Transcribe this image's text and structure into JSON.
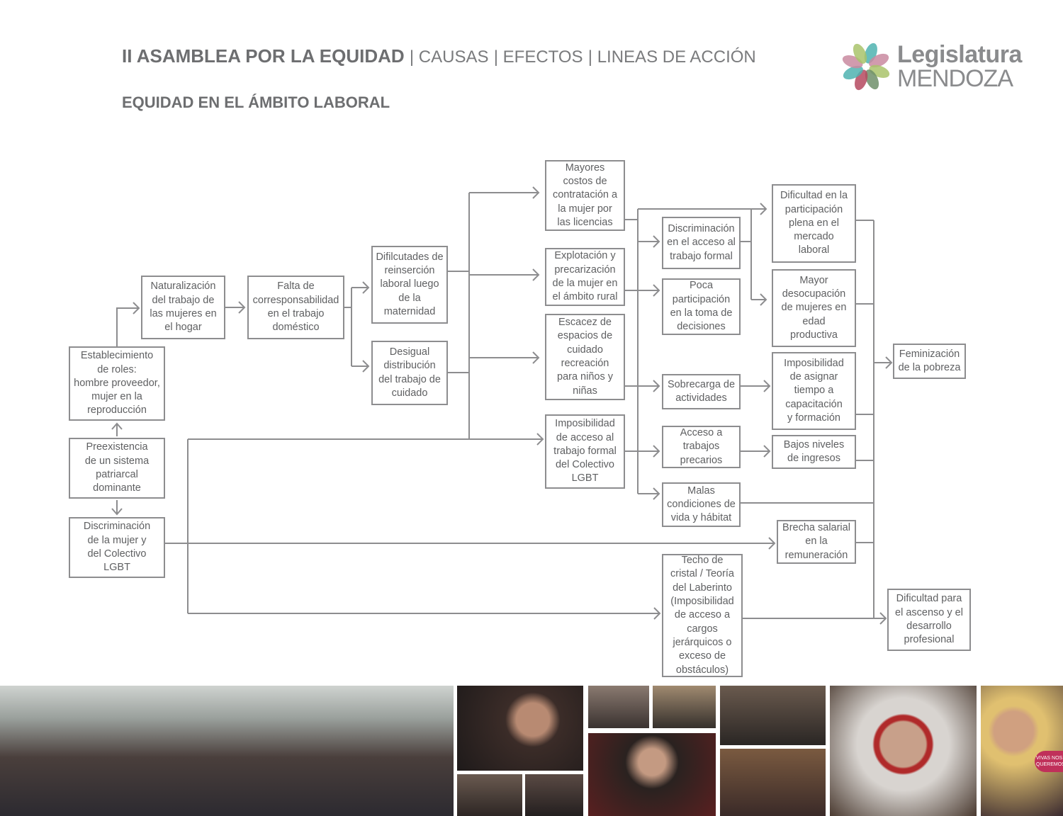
{
  "header": {
    "title": "II ASAMBLEA POR LA EQUIDAD",
    "nav": [
      "| CAUSAS",
      "| EFECTOS",
      "| LINEAS DE ACCIÓN"
    ],
    "subtitle": "EQUIDAD EN EL ÁMBITO LABORAL"
  },
  "logo": {
    "line1": "Legislatura",
    "line2": "MENDOZA",
    "colors": [
      "#4fb3b0",
      "#c98aa0",
      "#a9c36b",
      "#6e8f6a",
      "#b5495f"
    ]
  },
  "colors": {
    "text": "#6d6e70",
    "line": "#8d8d8f"
  },
  "boxes": {
    "naturalizacion": "Naturalización\ndel trabajo de\nlas mujeres en\nel hogar",
    "falta": "Falta de\ncorresponsabilidad\nen el trabajo\ndoméstico",
    "establecimiento": "Establecimiento\nde roles:\nhombre proveedor,\nmujer en la\nreproducción",
    "preexistencia": "Preexistencia\nde un sistema\npatriarcal\ndominante",
    "discriminacion_mujer": "Discriminación\nde la mujer y\ndel Colectivo\nLGBT",
    "dificultades": "Difilcutades de\nreinserción\nlaboral luego\nde la\nmaternidad",
    "desigual": "Desigual\ndistribución\ndel trabajo de\ncuidado",
    "mayores_costos": "Mayores\ncostos de\ncontratación a\nla mujer por\nlas licencias",
    "explotacion": "Explotación y\nprecarización\nde la mujer en\nel ámbito rural",
    "escacez": "Escacez de\nespacios de\ncuidado\nrecreación\npara niños y\nniñas",
    "imposibilidad_lgbt": "Imposibilidad\nde acceso al\ntrabajo formal\ndel Colectivo\nLGBT",
    "discriminacion_acceso": "Discriminación\nen el acceso al\ntrabajo formal",
    "poca": "Poca\nparticipación\nen la toma de\ndecisiones",
    "sobrecarga": "Sobrecarga de\nactividades",
    "acceso_precarios": "Acceso a\ntrabajos\nprecarios",
    "malas": "Malas\ncondiciones de\nvida y hábitat",
    "techo": "Techo de\ncristal / Teoría\ndel Laberinto\n(Imposibilidad\nde acceso a\ncargos\njerárquicos o\nexceso de\nobstáculos)",
    "dificultad_participacion": "Dificultad en la\nparticipación\nplena en el\nmercado\nlaboral",
    "mayor_desocupacion": "Mayor\ndesocupación\nde mujeres en\nedad\nproductiva",
    "imposibilidad_asignar": "Imposibilidad\nde asignar\ntiempo a\ncapacitación\ny formación",
    "bajos": "Bajos niveles\nde ingresos",
    "brecha": "Brecha salarial\nen la\nremuneración",
    "feminizacion": "Feminización\nde la pobreza",
    "dificultad_ascenso": "Dificultad para\nel ascenso y el\ndesarrollo\nprofesional"
  },
  "photos": {
    "sign_text": "VIVAS NOS QUEREMOS"
  }
}
